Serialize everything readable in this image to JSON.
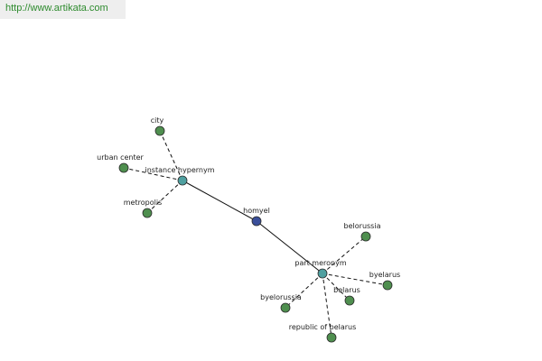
{
  "header": {
    "url": "http://www.artikata.com"
  },
  "colors": {
    "leaf": "#4f8f4f",
    "relation": "#4fa0a0",
    "center": "#3a4f9a",
    "stroke": "#2b2b2b"
  },
  "graph": {
    "nodes": [
      {
        "id": "homyel",
        "label": "homyel",
        "kind": "center"
      },
      {
        "id": "instance-hypernym",
        "label": "instance hypernym",
        "kind": "relation"
      },
      {
        "id": "part-meronym",
        "label": "part meronym",
        "kind": "relation"
      },
      {
        "id": "city",
        "label": "city",
        "kind": "leaf"
      },
      {
        "id": "urban-center",
        "label": "urban center",
        "kind": "leaf"
      },
      {
        "id": "metropolis",
        "label": "metropolis",
        "kind": "leaf"
      },
      {
        "id": "belorussia",
        "label": "belorussia",
        "kind": "leaf"
      },
      {
        "id": "byelarus",
        "label": "byelarus",
        "kind": "leaf"
      },
      {
        "id": "belarus",
        "label": "belarus",
        "kind": "leaf"
      },
      {
        "id": "byelorussia",
        "label": "byelorussia",
        "kind": "leaf"
      },
      {
        "id": "republic-of-belarus",
        "label": "republic of belarus",
        "kind": "leaf"
      }
    ],
    "edges": [
      {
        "from": "homyel",
        "to": "instance-hypernym",
        "style": "solid"
      },
      {
        "from": "homyel",
        "to": "part-meronym",
        "style": "solid"
      },
      {
        "from": "instance-hypernym",
        "to": "city",
        "style": "dashed"
      },
      {
        "from": "instance-hypernym",
        "to": "urban-center",
        "style": "dashed"
      },
      {
        "from": "instance-hypernym",
        "to": "metropolis",
        "style": "dashed"
      },
      {
        "from": "part-meronym",
        "to": "belorussia",
        "style": "dashed"
      },
      {
        "from": "part-meronym",
        "to": "byelarus",
        "style": "dashed"
      },
      {
        "from": "part-meronym",
        "to": "belarus",
        "style": "dashed"
      },
      {
        "from": "part-meronym",
        "to": "byelorussia",
        "style": "dashed"
      },
      {
        "from": "part-meronym",
        "to": "republic-of-belarus",
        "style": "dashed"
      }
    ]
  }
}
